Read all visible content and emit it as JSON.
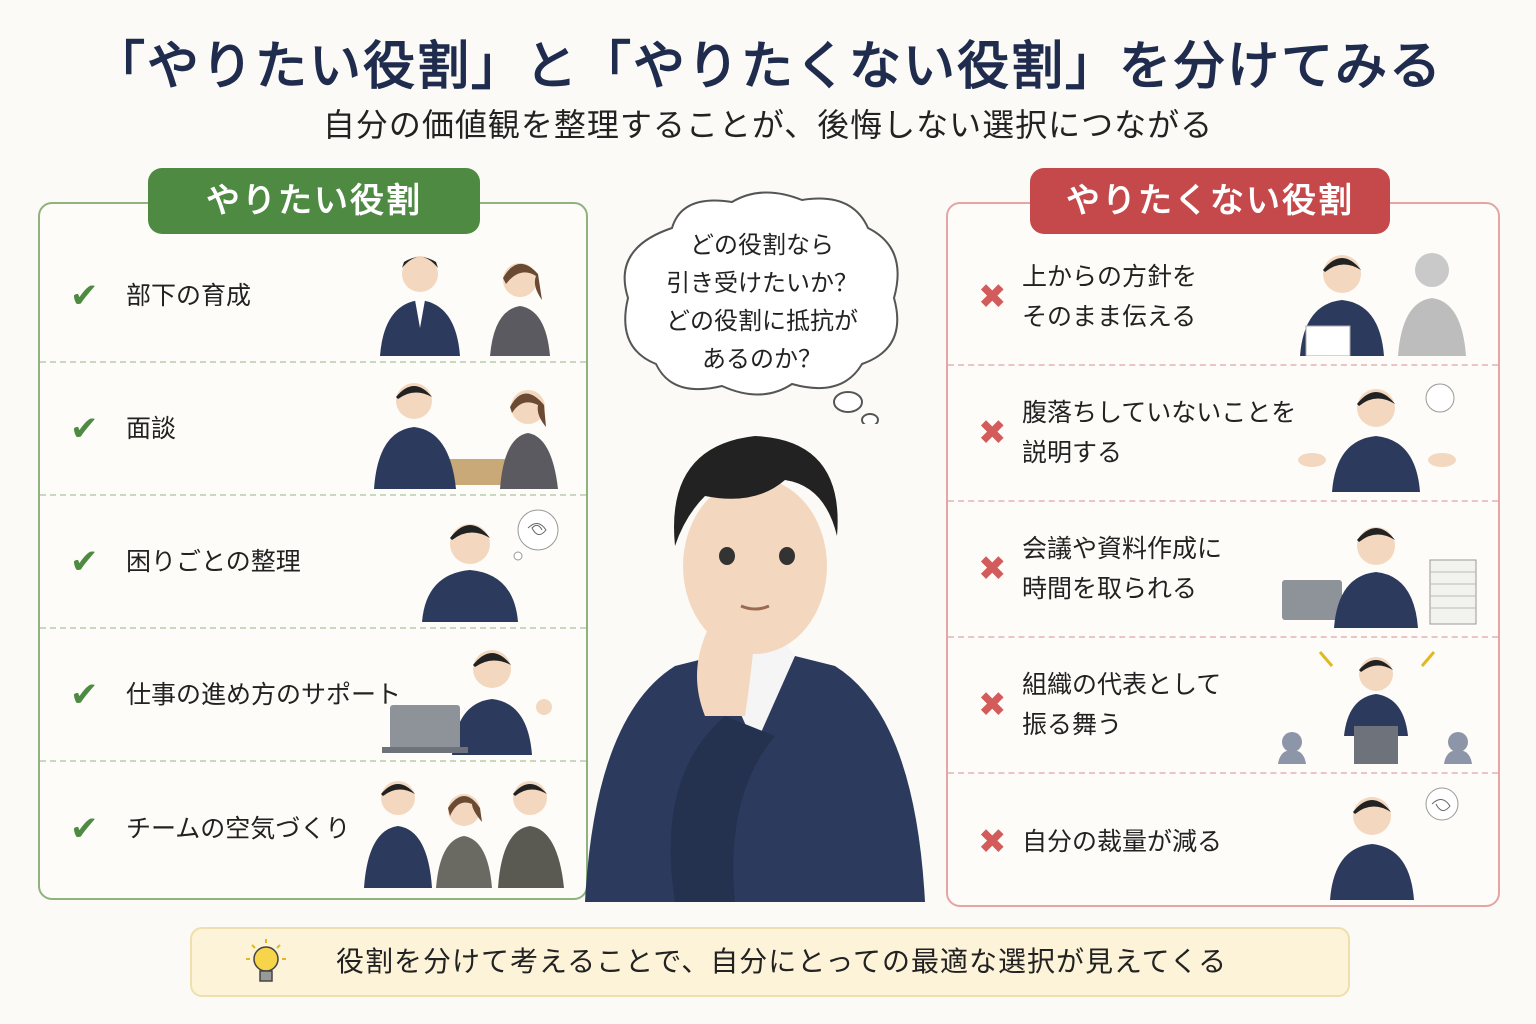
{
  "header": {
    "title": "「やりたい役割」と「やりたくない役割」を分けてみる",
    "subtitle": "自分の価値観を整理することが、後悔しない選択につながる"
  },
  "left_panel": {
    "title": "やりたい役割",
    "items": [
      {
        "label": "部下の育成"
      },
      {
        "label": "面談"
      },
      {
        "label": "困りごとの整理"
      },
      {
        "label": "仕事の進め方のサポート"
      },
      {
        "label": "チームの空気づくり"
      }
    ]
  },
  "right_panel": {
    "title": "やりたくない役割",
    "items": [
      {
        "label": "上からの方針を\nそのまま伝える"
      },
      {
        "label": "腹落ちしていないことを\n説明する"
      },
      {
        "label": "会議や資料作成に\n時間を取られる"
      },
      {
        "label": "組織の代表として\n振る舞う"
      },
      {
        "label": "自分の裁量が減る"
      }
    ]
  },
  "thought_bubble": {
    "text": "どの役割なら\n引き受けたいか？\nどの役割に抵抗が\nあるのか？"
  },
  "footer": {
    "text": "役割を分けて考えることで、自分にとっての最適な選択が見えてくる"
  },
  "colors": {
    "navy": "#1f2c4d",
    "green": "#4f8a43",
    "red": "#c5494a",
    "suit": "#2c3a5e"
  }
}
